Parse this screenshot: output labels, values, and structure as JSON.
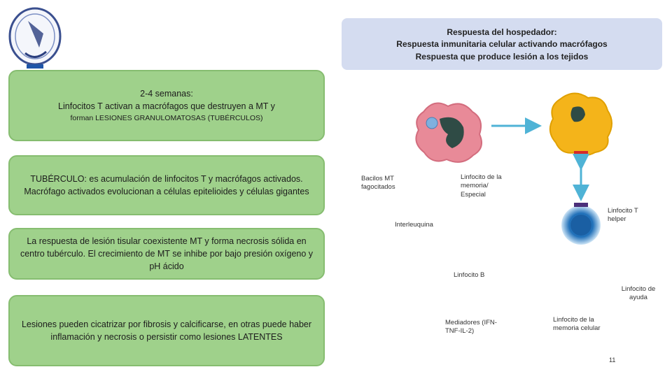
{
  "boxes": [
    {
      "line1": "2-4 semanas:",
      "line2": "Linfocitos T activan a macrófagos que destruyen a MT y",
      "line3": "forman LESIONES GRANULOMATOSAS (TUBÉRCULOS)"
    },
    {
      "text": "TUBÉRCULO: es acumulación de linfocitos T y macrófagos activados. Macrófago activados evolucionan a células epitelioides y células gigantes"
    },
    {
      "text": "La respuesta de lesión tisular coexistente MT y forma necrosis sólida en centro tubérculo. El crecimiento de MT se inhibe por bajo presión oxígeno y pH ácido"
    },
    {
      "text": "Lesiones pueden cicatrizar por fibrosis y calcificarse, en otras puede haber inflamación y necrosis o persistir como lesiones LATENTES"
    }
  ],
  "header": {
    "line1": "Respuesta del hospedador:",
    "line2": "Respuesta inmunitaria celular activando macrófagos",
    "line3": "Respuesta que produce lesión a los tejidos"
  },
  "labels": {
    "bacilos": "Bacilos MT fagocitados",
    "memoria_top": "Linfocito de la memoria/ Especial",
    "th_cell": "Linfocito T helper",
    "interleuquina": "Interleuquina",
    "linfocito_b": "Linfocito B",
    "memoria_bottom": "Linfocito de la memoria celular",
    "mediadores": "Mediadores (IFN-TNF-IL-2)",
    "linfocito_ayuda": "Linfocito de ayuda"
  },
  "page_number": "11",
  "colors": {
    "box_fill": "#9fd18b",
    "header_fill": "#d4dcf0",
    "arrow": "#4fb3d6",
    "macrophage": "#e88a98",
    "activated_cell": "#f4b41a",
    "lymphocyte": "#1f6fb8"
  }
}
